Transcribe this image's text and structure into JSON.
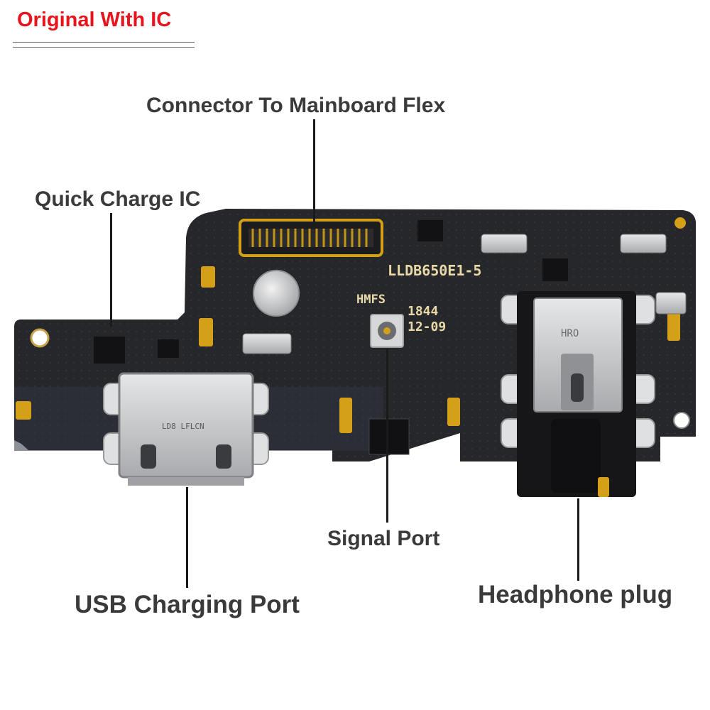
{
  "header": {
    "title": "Original With IC",
    "title_color": "#e8141c"
  },
  "labels": {
    "connector": "Connector To Mainboard Flex",
    "quick_charge": "Quick Charge IC",
    "signal": "Signal Port",
    "usb": "USB Charging Port",
    "headphone": "Headphone plug"
  },
  "board": {
    "silkscreen_model": "LLDB650E1-5",
    "silkscreen_vendor": "HMFS",
    "silkscreen_code": "1844",
    "silkscreen_date": "12-09",
    "usb_port_marking": "LD8 LFLCN",
    "jack_marking": "HRO"
  },
  "colors": {
    "pcb": "#26272b",
    "gold": "#d4a017",
    "metal": "#c9cbcd",
    "text": "#3a3a3a"
  }
}
